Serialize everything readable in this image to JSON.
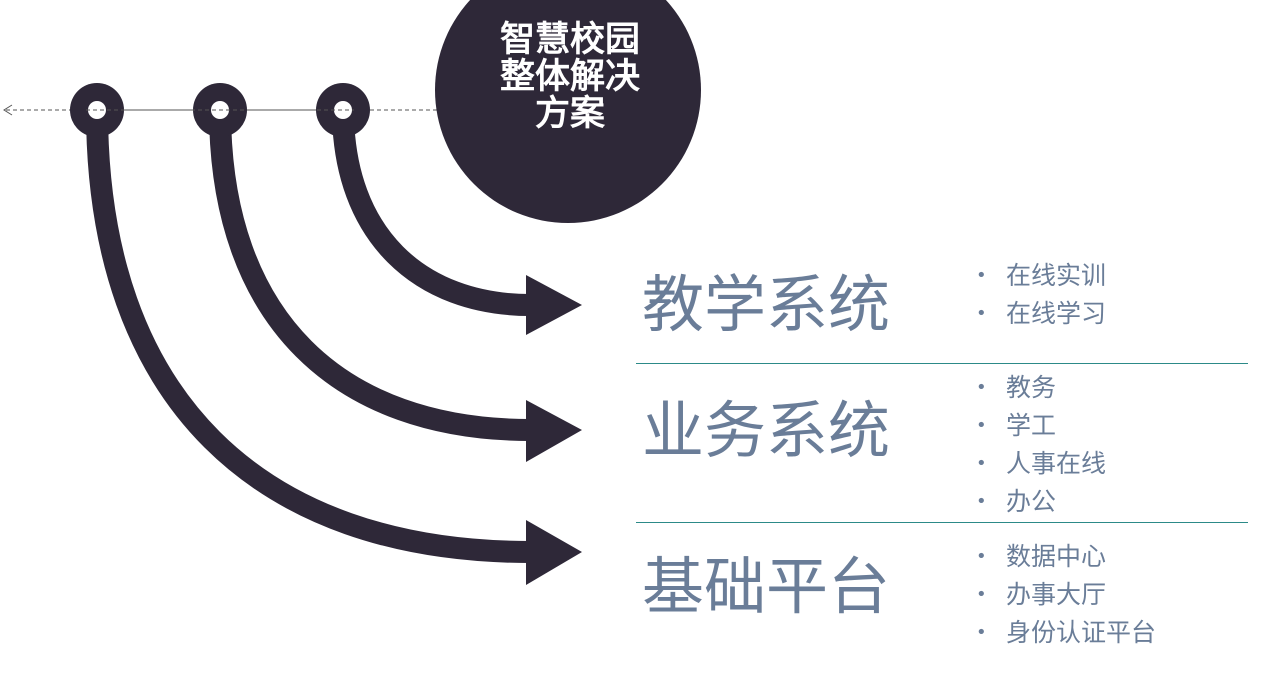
{
  "hub": {
    "lines": [
      "智慧校园",
      "整体解决",
      "方案"
    ]
  },
  "colors": {
    "dark": "#2e2838",
    "text": "#6a7d98",
    "divider": "#2c8a88",
    "arrow_line": "#555555"
  },
  "categories": [
    {
      "title": "教学系统",
      "items": [
        "在线实训",
        "在线学习"
      ]
    },
    {
      "title": "业务系统",
      "items": [
        "教务",
        "学工",
        "人事在线",
        "办公"
      ]
    },
    {
      "title": "基础平台",
      "items": [
        "数据中心",
        "办事大厅",
        "身份认证平台"
      ]
    }
  ]
}
